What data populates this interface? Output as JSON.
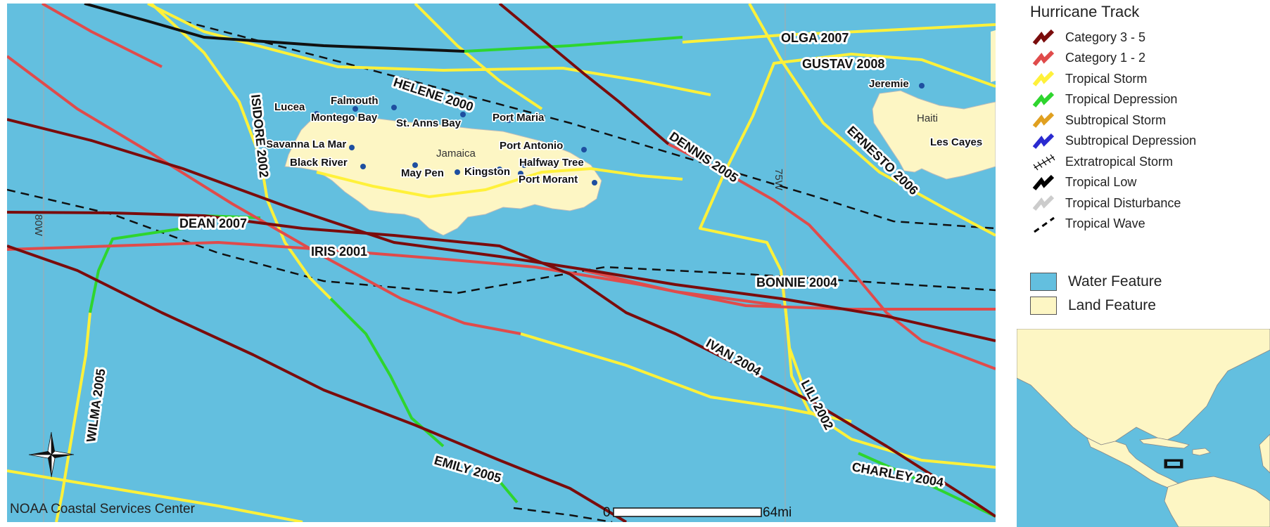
{
  "colors": {
    "water": "#63bfdf",
    "land": "#fdf6c4",
    "cat35": "#7a0c0c",
    "cat12": "#e04b4b",
    "ts": "#fff13a",
    "td": "#2ed52e",
    "sts": "#e0a020",
    "std": "#2a2ad0",
    "low": "#000000",
    "dist": "#cccccc"
  },
  "legend": {
    "title": "Hurricane Track",
    "items": [
      {
        "label": "Category 3 - 5",
        "icon": "cat35-track-icon",
        "color": "#7a0c0c",
        "style": "zigzag"
      },
      {
        "label": "Category 1 - 2",
        "icon": "cat12-track-icon",
        "color": "#e04b4b",
        "style": "zigzag"
      },
      {
        "label": "Tropical Storm",
        "icon": "tropical-storm-track-icon",
        "color": "#fff13a",
        "style": "zigzag"
      },
      {
        "label": "Tropical Depression",
        "icon": "tropical-depression-track-icon",
        "color": "#2ed52e",
        "style": "zigzag"
      },
      {
        "label": "Subtropical Storm",
        "icon": "subtropical-storm-track-icon",
        "color": "#e0a020",
        "style": "zigzag"
      },
      {
        "label": "Subtropical Depression",
        "icon": "subtropical-depression-track-icon",
        "color": "#2a2ad0",
        "style": "zigzag"
      },
      {
        "label": "Extratropical Storm",
        "icon": "extratropical-storm-track-icon",
        "color": "#000000",
        "style": "hatched"
      },
      {
        "label": "Tropical Low",
        "icon": "tropical-low-track-icon",
        "color": "#000000",
        "style": "zigzag"
      },
      {
        "label": "Tropical Disturbance",
        "icon": "tropical-disturbance-track-icon",
        "color": "#cccccc",
        "style": "zigzag"
      },
      {
        "label": "Tropical Wave",
        "icon": "tropical-wave-track-icon",
        "color": "#000000",
        "style": "dashed"
      }
    ],
    "features": [
      {
        "label": "Water Feature",
        "color": "#63bfdf"
      },
      {
        "label": "Land Feature",
        "color": "#fdf6c4"
      }
    ]
  },
  "map": {
    "credit": "NOAA Coastal Services Center",
    "scale": {
      "start": "0",
      "end": "64mi"
    },
    "gridlines": [
      "80W",
      "75W"
    ],
    "places": {
      "jamaica": "Jamaica",
      "haiti": "Haiti",
      "lucea": "Lucea",
      "falmouth": "Falmouth",
      "montego_bay": "Montego Bay",
      "st_anns_bay": "St. Anns Bay",
      "port_maria": "Port Maria",
      "savanna_la_mar": "Savanna La Mar",
      "port_antonio": "Port Antonio",
      "black_river": "Black River",
      "halfway_tree": "Halfway Tree",
      "may_pen": "May Pen",
      "kingston": "Kingston",
      "port_morant": "Port Morant",
      "jeremie": "Jeremie",
      "les_cayes": "Les Cayes"
    },
    "storms": {
      "olga": "OLGA 2007",
      "gustav": "GUSTAV 2008",
      "helene": "HELENE 2000",
      "dennis": "DENNIS 2005",
      "ernesto": "ERNESTO 2006",
      "isidore": "ISIDORE 2002",
      "dean": "DEAN 2007",
      "iris": "IRIS 2001",
      "bonnie": "BONNIE 2004",
      "ivan": "IVAN 2004",
      "lili": "LILI 2002",
      "wilma": "WILMA 2005",
      "emily": "EMILY 2005",
      "charley": "CHARLEY 2004"
    }
  }
}
